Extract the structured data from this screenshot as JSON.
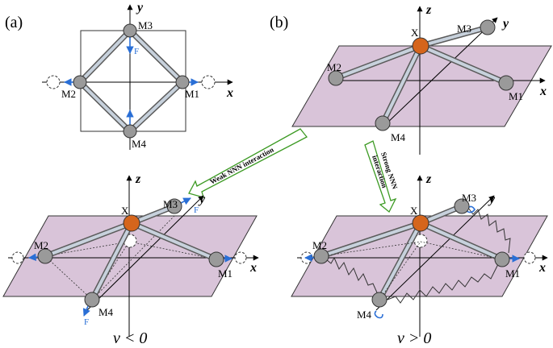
{
  "panels": {
    "a": "(a)",
    "b": "(b)"
  },
  "axes": {
    "x": "x",
    "y": "y",
    "z": "z"
  },
  "atoms": {
    "m1": "M1",
    "m2": "M2",
    "m3": "M3",
    "m4": "M4",
    "x": "X"
  },
  "force_label": "F",
  "arrows": {
    "weak": "Weak NNN interaction",
    "strong_line1": "Strong NNN",
    "strong_line2": "interaction"
  },
  "captions": {
    "neg": "ν < 0",
    "pos": "ν > 0"
  },
  "colors": {
    "plane": "#d9c4d9",
    "x_atom": "#d5651c",
    "m_atom": "#9a9a9a",
    "force": "#2a6fd6",
    "arrow": "#3c9a23"
  }
}
